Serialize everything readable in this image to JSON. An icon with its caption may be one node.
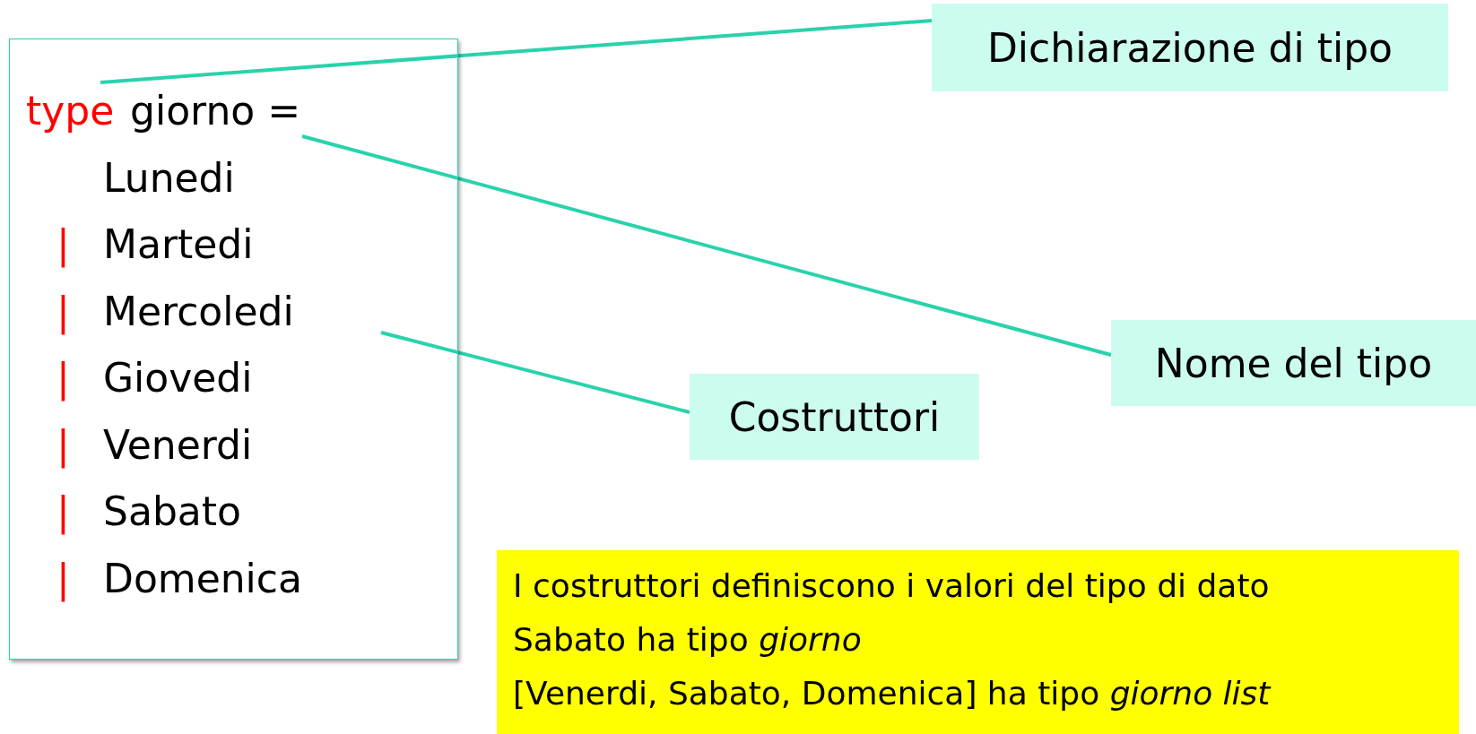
{
  "diagram": {
    "nodes": [
      {
        "text": [
          "type",
          "giorno =",
          "Lunedi",
          "Martedi",
          "Mercoledi",
          "Giovedi",
          "Venerdi",
          "Sabato",
          "Domenica"
        ]
      },
      {
        "text": [
          "Dichiarazione di tipo"
        ]
      },
      {
        "text": [
          "Nome del tipo"
        ]
      },
      {
        "text": [
          "Costruttori"
        ]
      },
      {
        "text": [
          "I costruttori definiscono i valori del tipo di dato",
          "Sabato ha tipo *giorno*",
          "[Venerdi, Sabato, Domenica] ha tipo *giorno list*"
        ]
      }
    ],
    "edges": [
      {
        "from": 1,
        "to": 0,
        "arrow": "none"
      },
      {
        "from": 2,
        "to": 0,
        "arrow": "none"
      },
      {
        "from": 3,
        "to": 0,
        "arrow": "none"
      }
    ],
    "labels": [
      "|",
      "|",
      "|",
      "|",
      "|",
      "|"
    ]
  }
}
